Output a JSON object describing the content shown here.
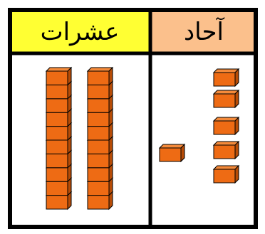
{
  "headers": {
    "tens": "عشرات",
    "ones": "آحاد"
  },
  "colors": {
    "tens_header": "#ffff33",
    "ones_header": "#fbc08c",
    "block_fill": "#ee6b14",
    "block_top": "#f58a3a",
    "block_side": "#b74c06",
    "grid_line": "#000000"
  },
  "content": {
    "tens_rods": 2,
    "rod_units": 10,
    "ones_cubes": 6
  }
}
